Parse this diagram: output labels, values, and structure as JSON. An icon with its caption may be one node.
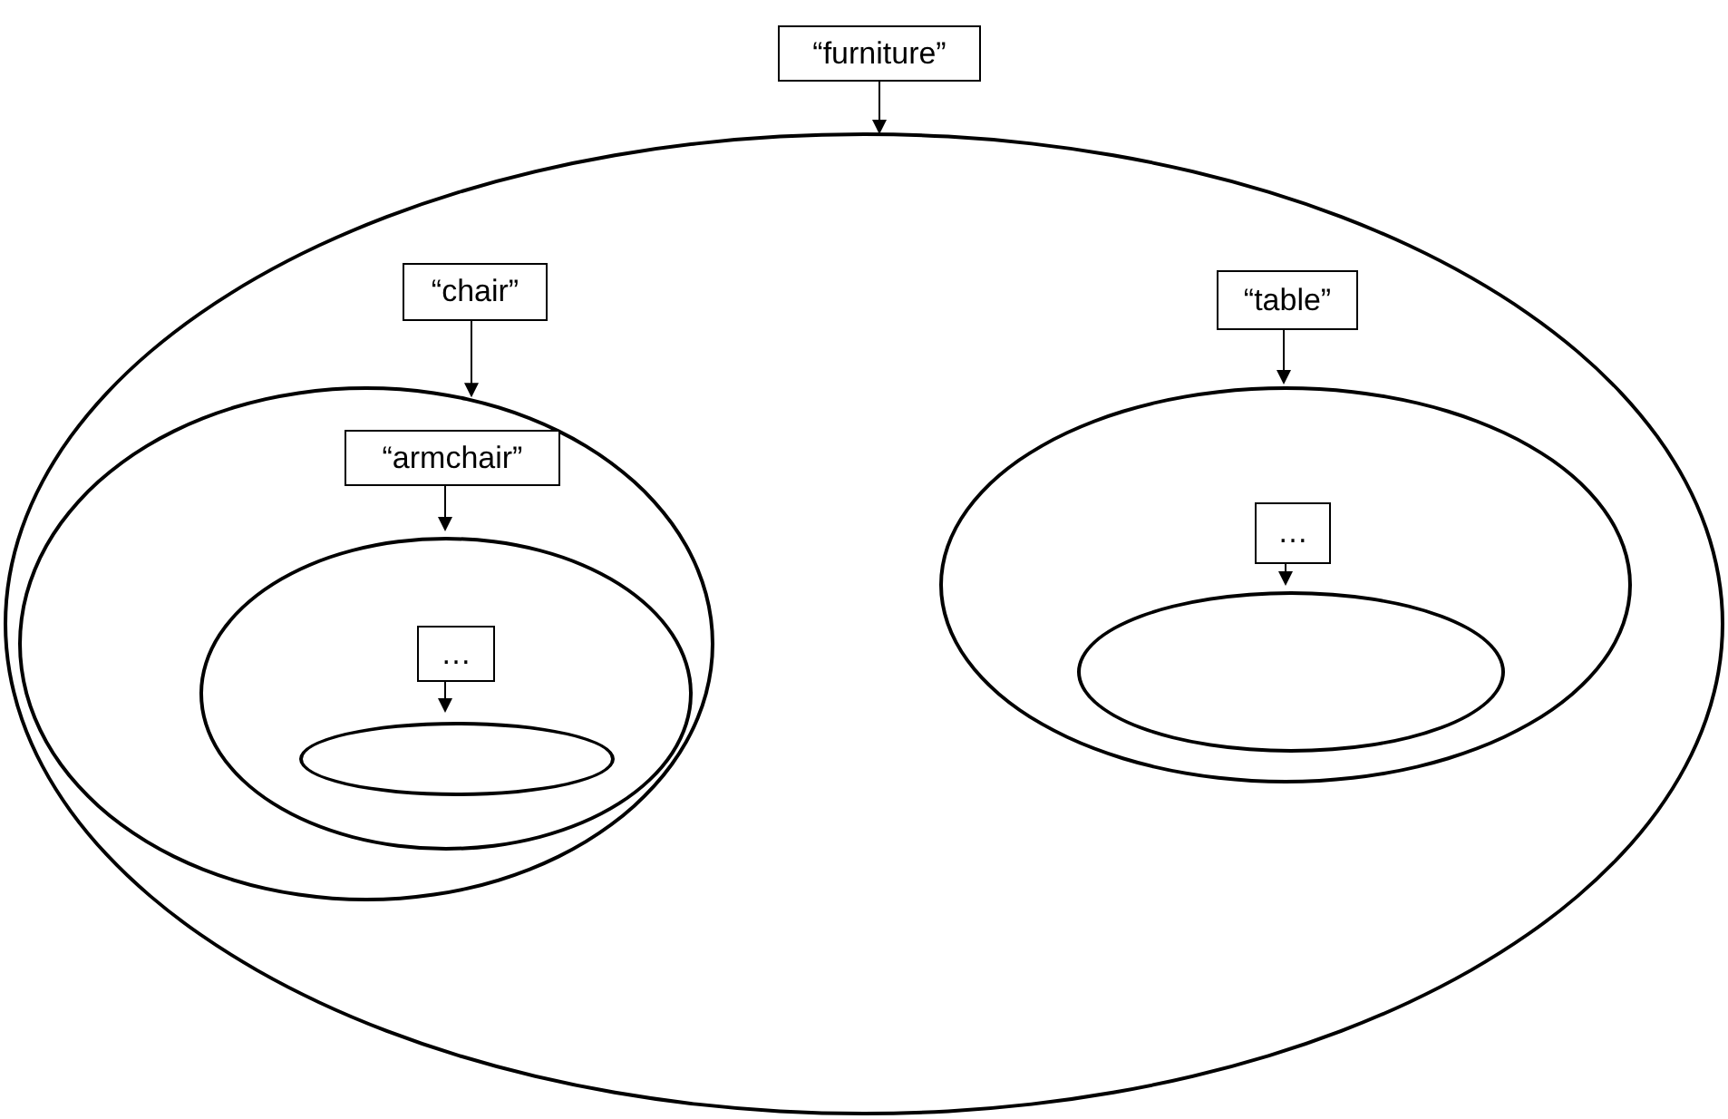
{
  "diagram": {
    "nodes": [
      {
        "text": [
          "“furniture”"
        ]
      },
      {
        "text": [],
        "shape": "ellipse"
      },
      {
        "text": [
          "“chair”"
        ],
        "in": 1
      },
      {
        "text": [],
        "shape": "ellipse",
        "in": 1
      },
      {
        "text": [
          "“armchair”"
        ],
        "in": 3
      },
      {
        "text": [],
        "shape": "ellipse",
        "in": 3
      },
      {
        "text": [
          "…"
        ],
        "in": 5
      },
      {
        "text": [],
        "shape": "ellipse",
        "in": 5
      },
      {
        "text": [
          "“table”"
        ],
        "in": 1
      },
      {
        "text": [],
        "shape": "ellipse",
        "in": 1
      },
      {
        "text": [
          "…"
        ],
        "in": 9
      },
      {
        "text": [],
        "shape": "ellipse",
        "in": 9
      }
    ],
    "edges": [
      {
        "from": 0,
        "to": 1,
        "arrow": "to"
      },
      {
        "from": 2,
        "to": 3,
        "arrow": "to"
      },
      {
        "from": 4,
        "to": 5,
        "arrow": "to"
      },
      {
        "from": 6,
        "to": 7,
        "arrow": "to"
      },
      {
        "from": 8,
        "to": 9,
        "arrow": "to"
      },
      {
        "from": 10,
        "to": 11,
        "arrow": "to"
      }
    ]
  }
}
